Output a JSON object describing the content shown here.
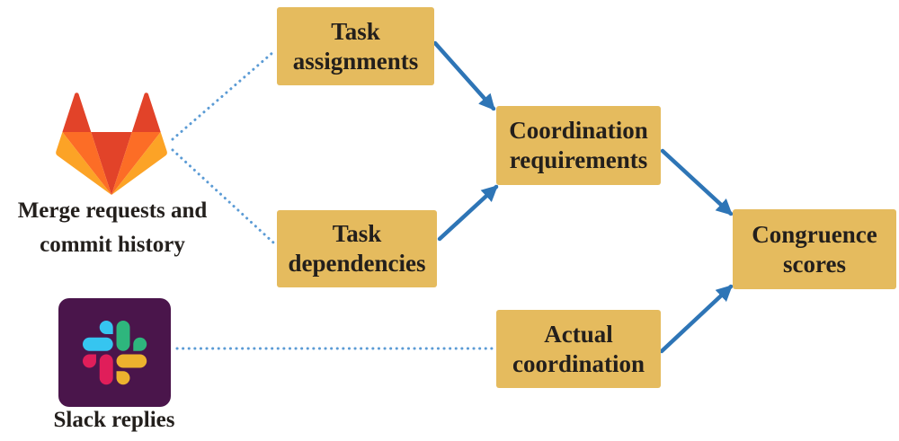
{
  "sources": [
    {
      "id": "gitlab",
      "icon": "gitlab-logo",
      "label": "Merge requests and commit history"
    },
    {
      "id": "slack",
      "icon": "slack-logo",
      "label": "Slack replies"
    }
  ],
  "nodes": [
    {
      "id": "task-assignments",
      "label": "Task assignments"
    },
    {
      "id": "task-dependencies",
      "label": "Task dependencies"
    },
    {
      "id": "coordination-requirements",
      "label": "Coordination requirements"
    },
    {
      "id": "actual-coordination",
      "label": "Actual coordination"
    },
    {
      "id": "congruence-scores",
      "label": "Congruence scores"
    }
  ],
  "edges": {
    "dotted": [
      {
        "from": "gitlab",
        "to": "task-assignments"
      },
      {
        "from": "gitlab",
        "to": "task-dependencies"
      },
      {
        "from": "slack",
        "to": "actual-coordination"
      }
    ],
    "solid_arrows": [
      {
        "from": "task-assignments",
        "to": "coordination-requirements"
      },
      {
        "from": "task-dependencies",
        "to": "coordination-requirements"
      },
      {
        "from": "coordination-requirements",
        "to": "congruence-scores"
      },
      {
        "from": "actual-coordination",
        "to": "congruence-scores"
      }
    ]
  },
  "colors": {
    "background": "#ffffff",
    "node_fill": "#e5bb5e",
    "node_text": "#231f1c",
    "solid_arrow": "#2e75b6",
    "dotted_line": "#5b9bd5",
    "slack_bg": "#4a154b",
    "slack_blue": "#36c5f0",
    "slack_green": "#2eb67d",
    "slack_yellow": "#ecb22e",
    "slack_pink": "#e01e5a",
    "gitlab_red": "#e24329",
    "gitlab_orange": "#fc6d26",
    "gitlab_light_orange": "#fca326"
  }
}
